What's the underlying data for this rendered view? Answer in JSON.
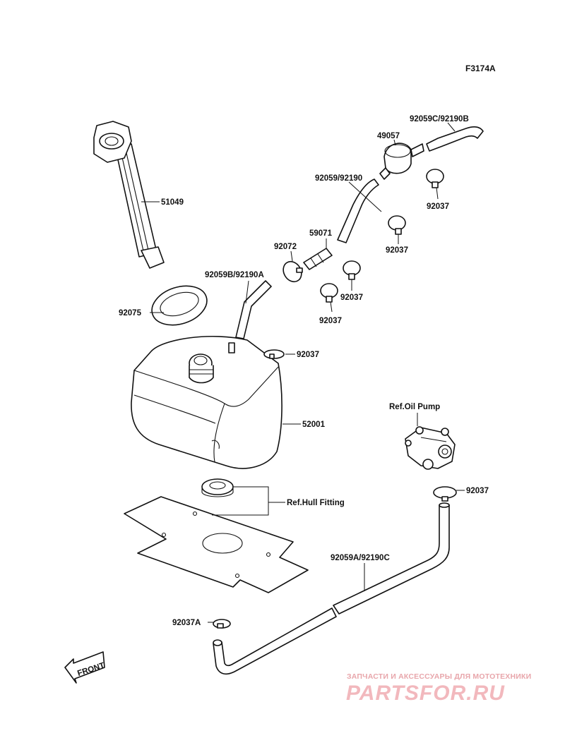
{
  "diagram_code": "F3174A",
  "parts": {
    "p51049": "51049",
    "p92075": "92075",
    "p52001": "52001",
    "p49057": "49057",
    "p92059C": "92059C/92190B",
    "p92059": "92059/92190",
    "p59071": "59071",
    "p92072": "92072",
    "p92059B": "92059B/92190A",
    "p92059A": "92059A/92190C",
    "p92037": "92037",
    "p92037A": "92037A"
  },
  "refs": {
    "oil_pump": "Ref.Oil Pump",
    "hull_fitting": "Ref.Hull Fitting"
  },
  "front_label": "FRONT",
  "watermark": {
    "line1": "ЗАПЧАСТИ И АКСЕССУАРЫ ДЛЯ МОТОТЕХНИКИ",
    "line2": "PARTSFOR.RU"
  }
}
